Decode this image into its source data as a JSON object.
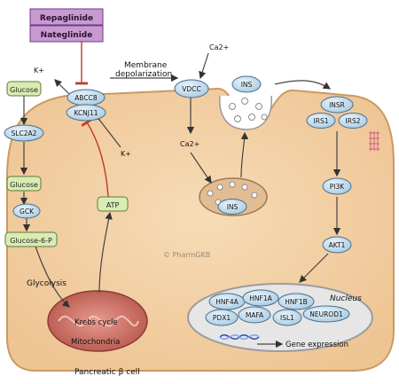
{
  "drugs": [
    "Repaglinide",
    "Nateglinide"
  ],
  "labels": {
    "k_plus": "K+",
    "ca2_plus": "Ca2+",
    "membrane": "Membrane",
    "depolarization": "depolarization",
    "glycolysis": "Glycolysis",
    "krebs": "Krebs cycle",
    "mitochondria": "Mitochondria",
    "nucleus": "Nucleus",
    "gene_expression": "Gene expression",
    "cell": "Pancreatic β cell",
    "watermark": "© PharmGKB"
  },
  "nodes": {
    "glucose_out": "Glucose",
    "slc2a2": "SLC2A2",
    "glucose_in": "Glucose",
    "gck": "GCK",
    "glucose6p": "Glucose-6-P",
    "abcc8": "ABCC8",
    "kcnj11": "KCNJ11",
    "atp": "ATP",
    "vdcc": "VDCC",
    "ins_vesicle": "INS",
    "ins_secreted": "INS",
    "insr": "INSR",
    "irs1": "IRS1",
    "irs2": "IRS2",
    "pi3k": "PI3K",
    "akt1": "AKT1",
    "hnf4a": "HNF4A",
    "hnf1a": "HNF1A",
    "hnf1b": "HNF1B",
    "pdx1": "PDX1",
    "mafa": "MAFA",
    "isl1": "ISL1",
    "neurod1": "NEUROD1"
  },
  "colors": {
    "cell_fill": "#f1cfa3",
    "cell_stroke": "#c99a62",
    "drug_fill": "#c89ad0",
    "metabolite_fill": "#d9ecb4",
    "protein_fill": "#c9e0f0",
    "nucleus_fill": "#e8e8e8",
    "mito_fill": "#d2766e",
    "inhibit": "#c0392b"
  }
}
